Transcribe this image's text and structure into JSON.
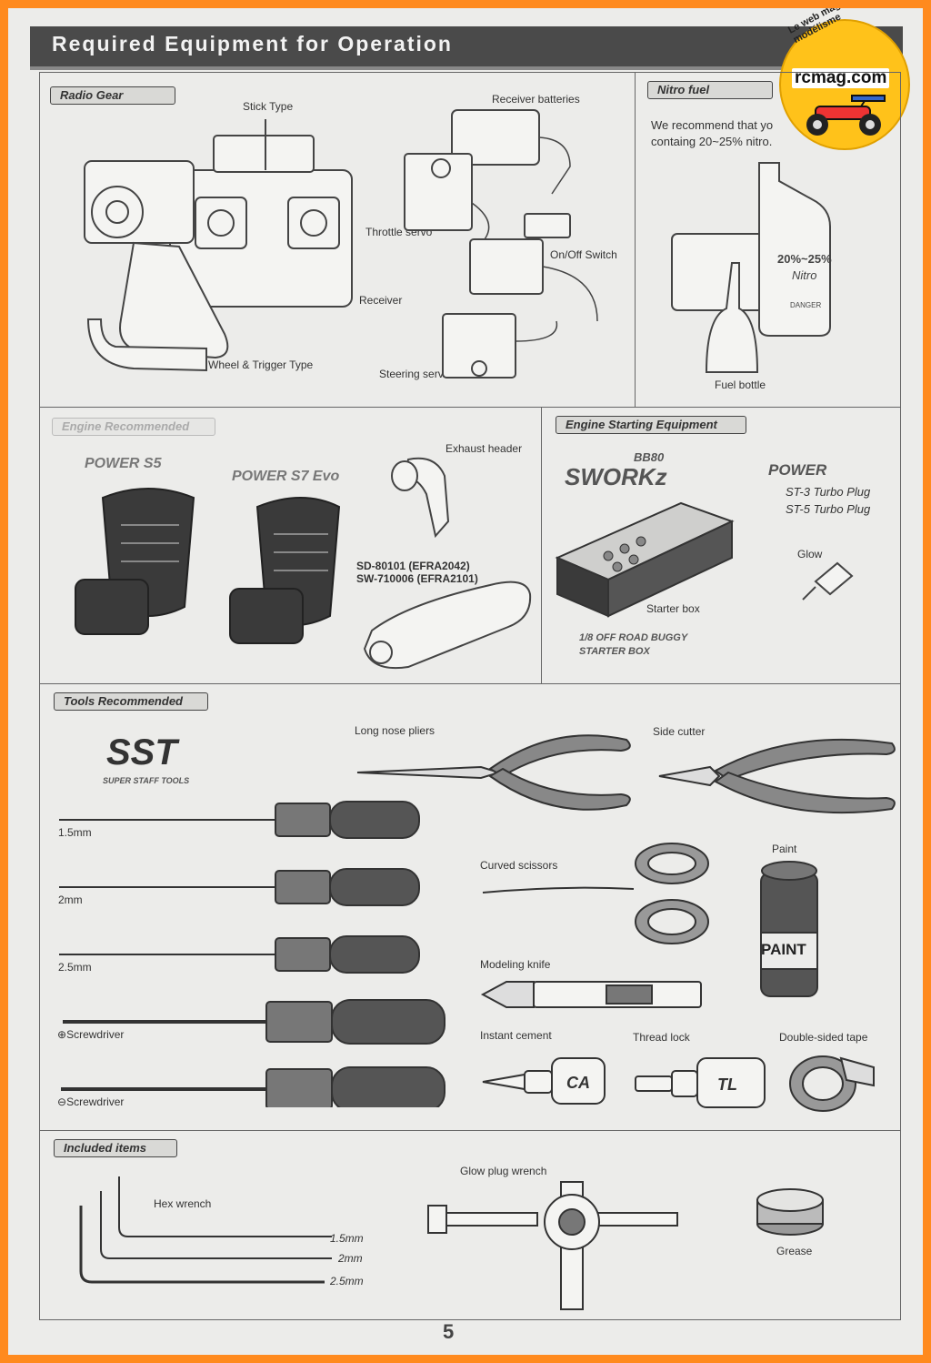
{
  "title": "Required Equipment for Operation",
  "logo": {
    "ring_text": "Le web magazine du modélisme",
    "name": "rcmag.com"
  },
  "radio_gear": {
    "heading": "Radio Gear",
    "stick_type": "Stick Type",
    "wheel_trigger_type": "Wheel & Trigger Type",
    "receiver_batteries": "Receiver batteries",
    "throttle_servo": "Throttle servo",
    "on_off_switch": "On/Off Switch",
    "receiver": "Receiver",
    "steering_servo": "Steering servo"
  },
  "nitro_fuel": {
    "heading": "Nitro fuel",
    "text_line1": "We recommend that yo",
    "text_line2": "containg 20~25% nitro.",
    "jug_percent": "20%~25%",
    "jug_word": "Nitro",
    "jug_danger": "DANGER",
    "fuel_bottle": "Fuel bottle"
  },
  "engine": {
    "heading": "Engine Recommended",
    "brand_s5": "POWER S5",
    "brand_s7": "POWER S7 Evo",
    "exhaust_header": "Exhaust header",
    "part_line1": "SD-80101 (EFRA2042)",
    "part_line2": "SW-710006 (EFRA2101)"
  },
  "starting": {
    "heading": "Engine Starting Equipment",
    "bb80": "BB80",
    "sworkz": "SWORKz",
    "spower": "POWER",
    "plug1": "ST-3 Turbo Plug",
    "plug2": "ST-5 Turbo Plug",
    "glow": "Glow",
    "starter_box": "Starter box",
    "box_line1": "1/8 OFF ROAD BUGGY",
    "box_line2": "STARTER BOX"
  },
  "tools": {
    "heading": "Tools Recommended",
    "sst": "SST",
    "sst_sub": "SUPER STAFF TOOLS",
    "size_15": "1.5mm",
    "size_2": "2mm",
    "size_25": "2.5mm",
    "phillips": "Screwdriver",
    "flat": "Screwdriver",
    "long_nose_pliers": "Long nose pliers",
    "side_cutter": "Side cutter",
    "curved_scissors": "Curved scissors",
    "paint": "Paint",
    "paint_can": "PAINT",
    "modeling_knife": "Modeling knife",
    "instant_cement": "Instant cement",
    "ca": "CA",
    "thread_lock": "Thread lock",
    "tl": "TL",
    "double_sided_tape": "Double-sided tape"
  },
  "included": {
    "heading": "Included items",
    "hex_wrench": "Hex wrench",
    "size_15": "1.5mm",
    "size_2": "2mm",
    "size_25": "2.5mm",
    "glow_plug_wrench": "Glow plug wrench",
    "grease": "Grease"
  },
  "page_number": "5"
}
